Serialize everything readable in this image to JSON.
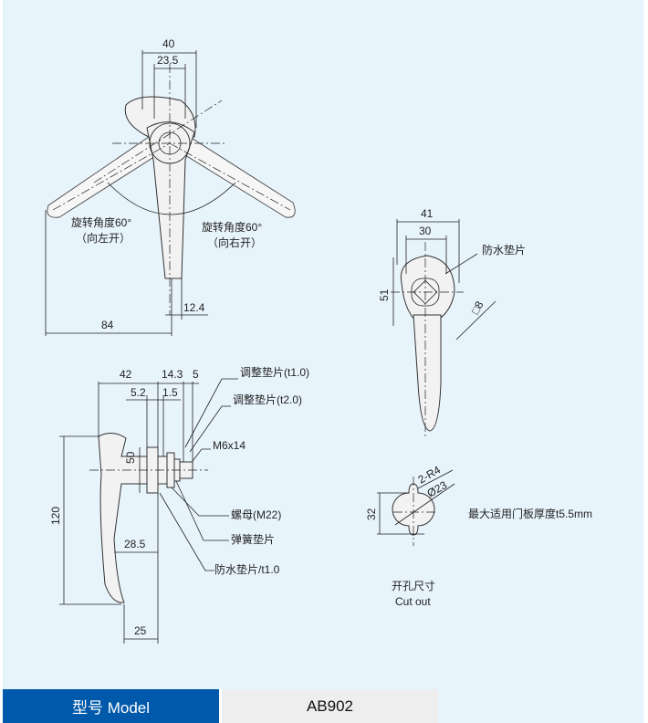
{
  "top_view": {
    "dim_40": "40",
    "dim_23_5": "23.5",
    "rotation_left": "旋转角度60°",
    "open_left": "（向左开）",
    "rotation_right": "旋转角度60°",
    "open_right": "（向右开）",
    "dim_84": "84",
    "dim_12_4": "12.4"
  },
  "front_view": {
    "dim_41": "41",
    "dim_30": "30",
    "dim_51": "51",
    "dim_sq8": "□8",
    "waterproof_gasket": "防水垫片"
  },
  "side_view": {
    "dim_42": "42",
    "dim_14_3": "14.3",
    "dim_5": "5",
    "dim_5_2": "5.2",
    "dim_1_5": "1.5",
    "dim_50": "50",
    "dim_120": "120",
    "dim_28_5": "28.5",
    "dim_25": "25",
    "shim_t1": "调整垫片(t1.0)",
    "shim_t2": "调整垫片(t2.0)",
    "screw": "M6x14",
    "nut": "螺母(M22)",
    "spring_washer": "弹簧垫片",
    "waterproof_gasket_t1": "防水垫片/t1.0"
  },
  "cutout": {
    "dim_r4": "2-R4",
    "dim_d23": "Ø23",
    "dim_32": "32",
    "title_cn": "开孔尺寸",
    "title_en": "Cut out",
    "max_thickness": "最大适用门板厚度t5.5mm"
  },
  "model": {
    "label": "型号 Model",
    "value": "AB902"
  },
  "colors": {
    "background": "#e8f4fc",
    "model_label_bg": "#0059aa",
    "model_value_bg": "#eeeeee"
  }
}
